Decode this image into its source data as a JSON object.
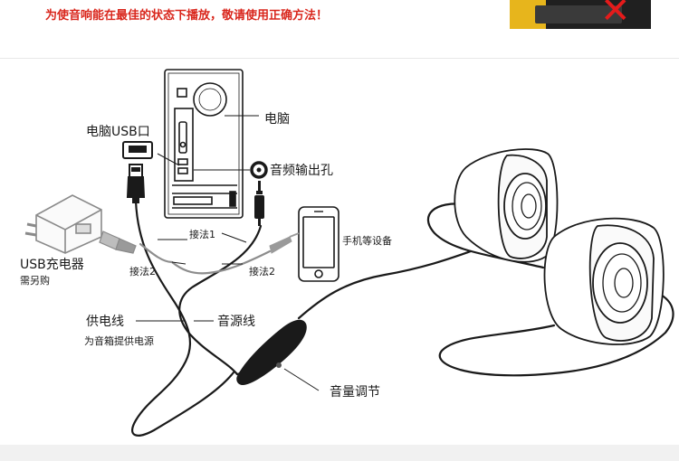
{
  "banner": "为使音响能在最佳的状态下播放，敬请使用正确方法！",
  "labels": {
    "computer": "电脑",
    "usb_port": "电脑USB口",
    "audio_out": "音频输出孔",
    "phone": "手机等设备",
    "usb_charger": "USB充电器",
    "usb_charger_note": "需另购",
    "method1": "接法1",
    "method2_left": "接法2",
    "method2_right": "接法2",
    "power_cable": "供电线",
    "power_cable_note": "为音箱提供电源",
    "audio_cable": "音源线",
    "volume": "音量调节"
  },
  "icons": {
    "thumb": "speaker-thumbnail-with-red-x",
    "pc": "pc-tower-back-icon",
    "usb_plug": "usb-plug-icon",
    "jack": "audio-jack-icon",
    "phone": "smartphone-icon",
    "charger": "usb-charger-icon",
    "speaker": "speaker-icon"
  },
  "colors": {
    "banner": "#d9261c",
    "line": "#1a1a1a",
    "cable": "#2a2a2a"
  }
}
